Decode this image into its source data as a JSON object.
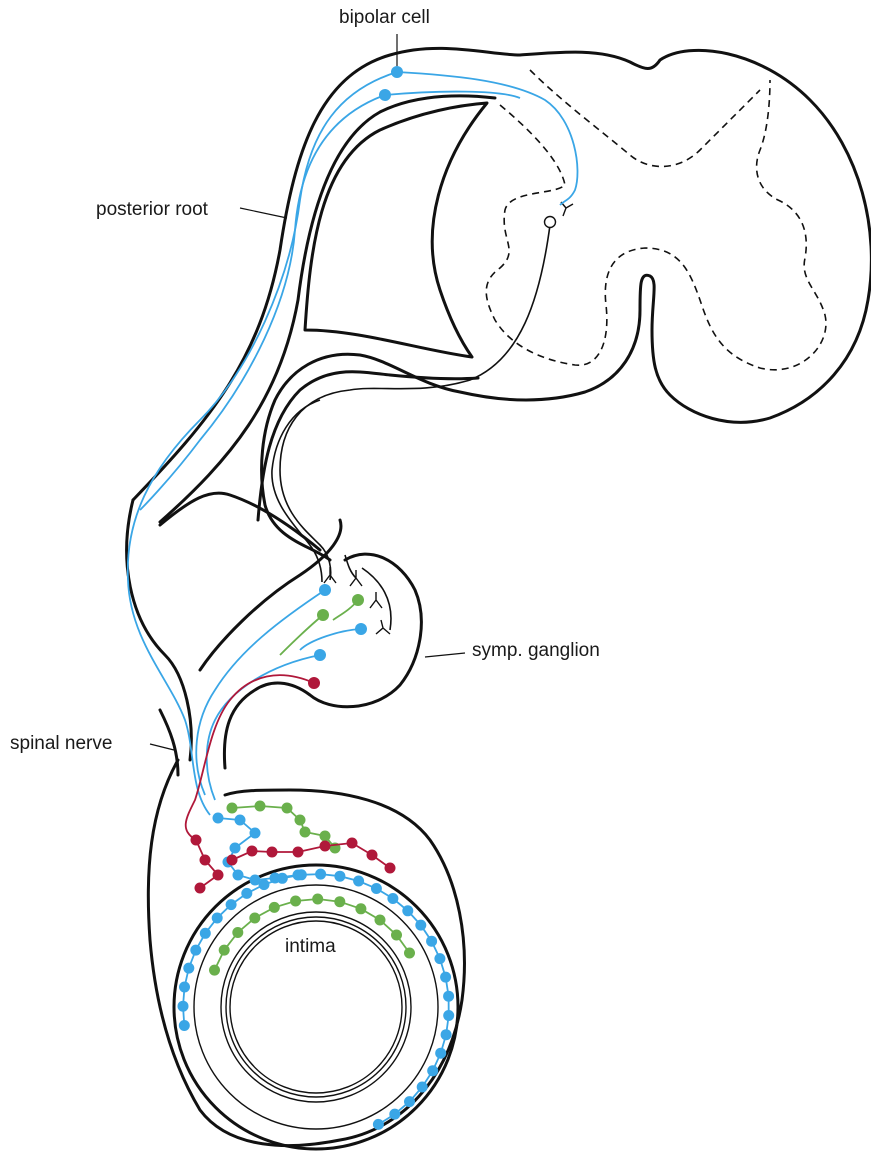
{
  "labels": {
    "bipolar_cell": "bipolar cell",
    "posterior_root": "posterior root",
    "symp_ganglion": "symp. ganglion",
    "spinal_nerve": "spinal nerve",
    "intima": "intima"
  },
  "colors": {
    "outline": "#111111",
    "sensory_fiber": "#3aa6e6",
    "preganglionic_fiber": "#6ab04c",
    "postganglionic_fiber": "#b0183a"
  }
}
